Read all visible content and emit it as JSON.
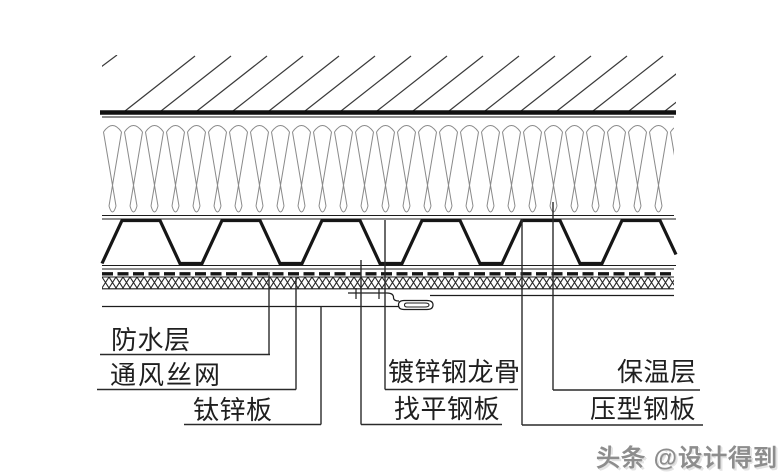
{
  "diagram": {
    "labels": {
      "waterproof": "防水层",
      "vent_mesh": "通风丝网",
      "titanium_zinc": "钛锌板",
      "galvanized_keel": "镀锌钢龙骨",
      "leveling_plate": "找平钢板",
      "insulation": "保温层",
      "profiled_sheet": "压型钢板"
    },
    "watermark": "头条 @设计得到",
    "colors": {
      "background": "#ffffff",
      "line": "#1c1c1c",
      "insulation_stroke": "#8a8a8a",
      "hatch_stroke": "#3a3a3a",
      "watermark": "#8d8d8d"
    }
  }
}
